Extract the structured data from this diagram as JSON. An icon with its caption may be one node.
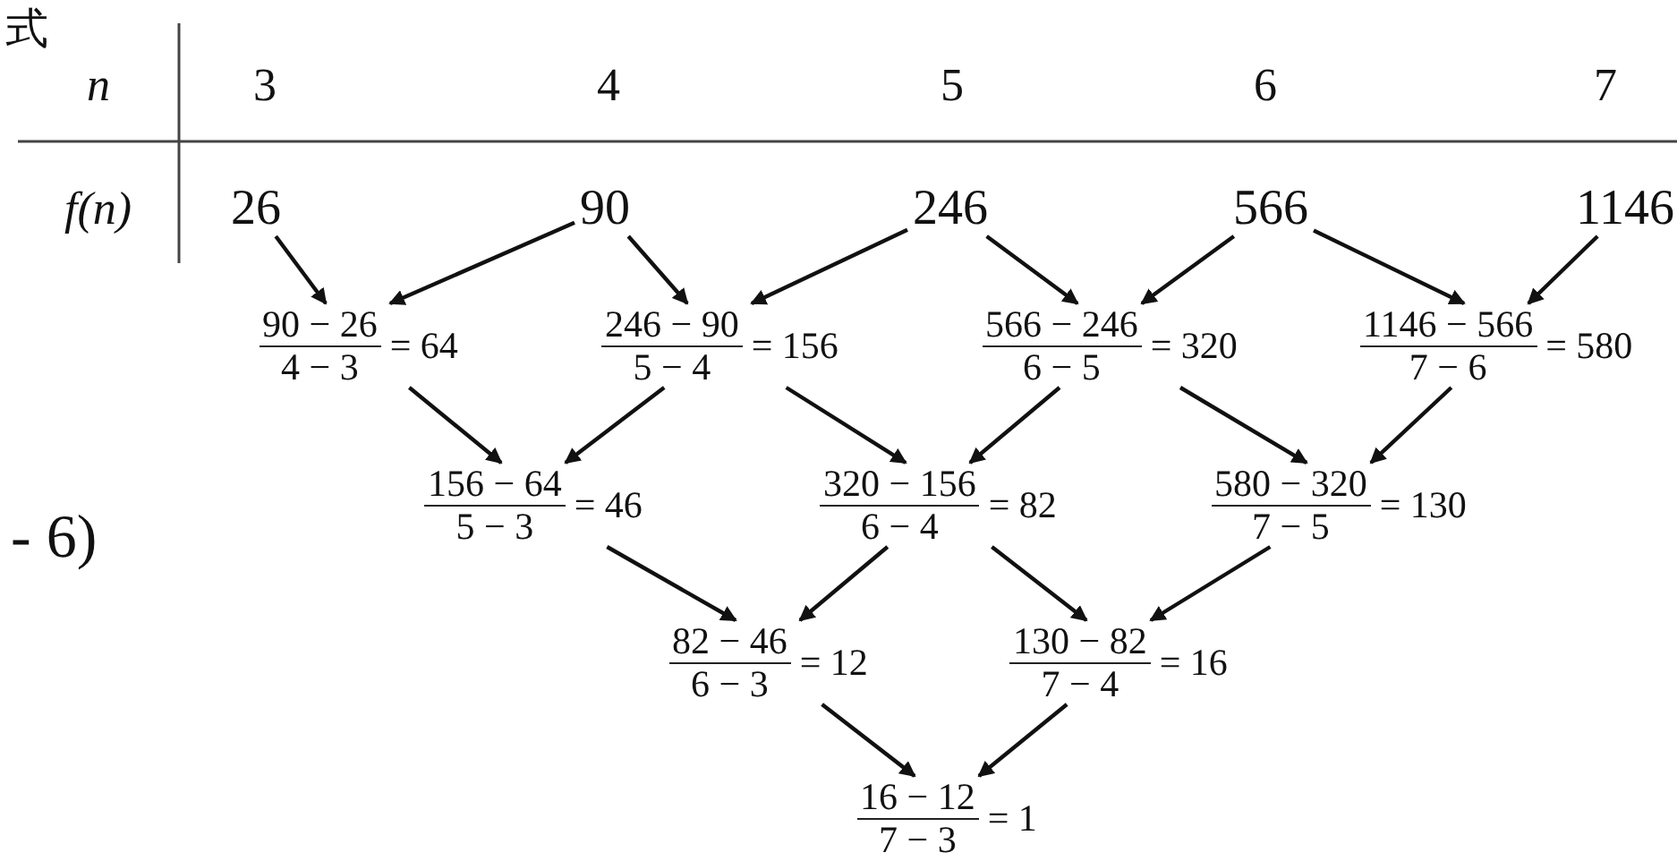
{
  "diagram": {
    "nodes": [
      {
        "text": [
          "26"
        ]
      },
      {
        "text": [
          "90"
        ]
      },
      {
        "text": [
          "246"
        ]
      },
      {
        "text": [
          "566"
        ]
      },
      {
        "text": [
          "1146"
        ]
      },
      {
        "text": [
          "90 − 26",
          "4 − 3",
          "= 64"
        ]
      },
      {
        "text": [
          "246 − 90",
          "5 − 4",
          "= 156"
        ]
      },
      {
        "text": [
          "566 − 246",
          "6 − 5",
          "= 320"
        ]
      },
      {
        "text": [
          "1146 − 566",
          "7 − 6",
          "= 580"
        ]
      },
      {
        "text": [
          "156 − 64",
          "5 − 3",
          "= 46"
        ]
      },
      {
        "text": [
          "320 − 156",
          "6 − 4",
          "= 82"
        ]
      },
      {
        "text": [
          "580 − 320",
          "7 − 5",
          "= 130"
        ]
      },
      {
        "text": [
          "82 − 46",
          "6 − 3",
          "= 12"
        ]
      },
      {
        "text": [
          "130 − 82",
          "7 − 4",
          "= 16"
        ]
      },
      {
        "text": [
          "16 − 12",
          "7 − 3",
          "= 1"
        ]
      }
    ],
    "edges": [
      {
        "from": 0,
        "to": 5,
        "arrow": "to"
      },
      {
        "from": 1,
        "to": 5,
        "arrow": "to"
      },
      {
        "from": 1,
        "to": 6,
        "arrow": "to"
      },
      {
        "from": 2,
        "to": 6,
        "arrow": "to"
      },
      {
        "from": 2,
        "to": 7,
        "arrow": "to"
      },
      {
        "from": 3,
        "to": 7,
        "arrow": "to"
      },
      {
        "from": 3,
        "to": 8,
        "arrow": "to"
      },
      {
        "from": 4,
        "to": 8,
        "arrow": "to"
      },
      {
        "from": 5,
        "to": 9,
        "arrow": "to"
      },
      {
        "from": 6,
        "to": 9,
        "arrow": "to"
      },
      {
        "from": 6,
        "to": 10,
        "arrow": "to"
      },
      {
        "from": 7,
        "to": 10,
        "arrow": "to"
      },
      {
        "from": 7,
        "to": 11,
        "arrow": "to"
      },
      {
        "from": 8,
        "to": 11,
        "arrow": "to"
      },
      {
        "from": 9,
        "to": 12,
        "arrow": "to"
      },
      {
        "from": 10,
        "to": 12,
        "arrow": "to"
      },
      {
        "from": 10,
        "to": 13,
        "arrow": "to"
      },
      {
        "from": 11,
        "to": 13,
        "arrow": "to"
      },
      {
        "from": 12,
        "to": 14,
        "arrow": "to"
      },
      {
        "from": 13,
        "to": 14,
        "arrow": "to"
      }
    ],
    "labels": [
      "式",
      "n",
      "3",
      "4",
      "5",
      "6",
      "7",
      "f(n)",
      "- 6)"
    ]
  }
}
